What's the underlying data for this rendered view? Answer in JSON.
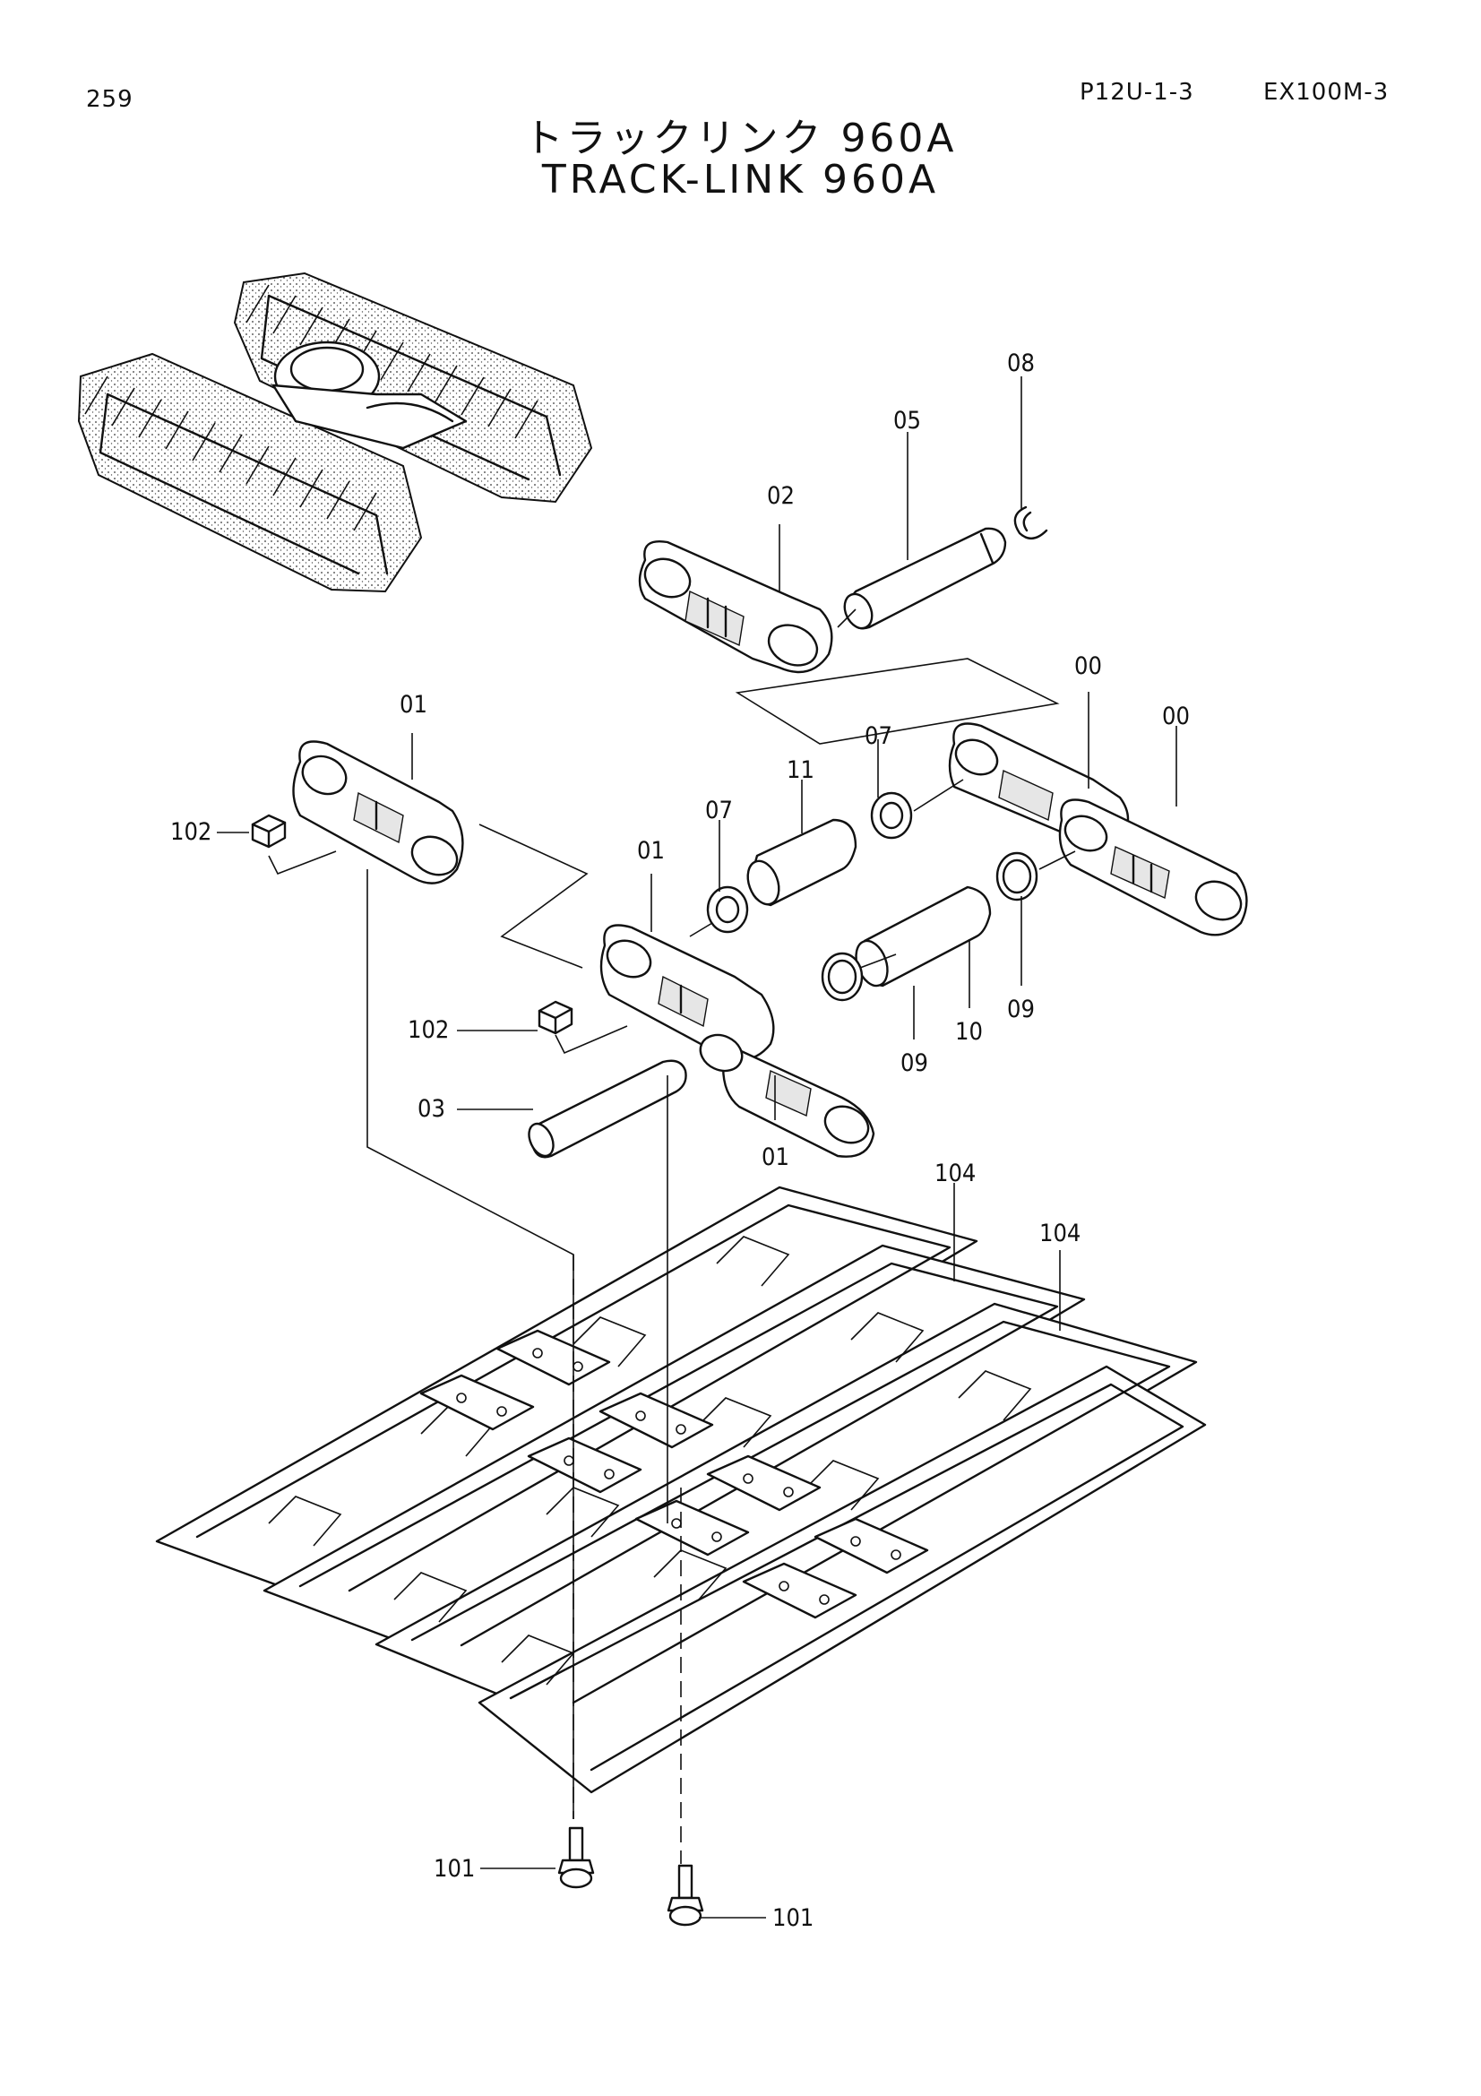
{
  "header": {
    "page_number": "259",
    "figure_code": "P12U-1-3",
    "model": "EX100M-3"
  },
  "title": {
    "japanese": "トラックリンク 960A",
    "english": "TRACK-LINK 960A"
  },
  "callouts": {
    "c00a": "00",
    "c00b": "00",
    "c01a": "01",
    "c01b": "01",
    "c01c": "01",
    "c02": "02",
    "c03": "03",
    "c05": "05",
    "c07a": "07",
    "c07b": "07",
    "c08": "08",
    "c09a": "09",
    "c09b": "09",
    "c10": "10",
    "c11": "11",
    "c101a": "101",
    "c101b": "101",
    "c102a": "102",
    "c102b": "102",
    "c104a": "104",
    "c104b": "104"
  }
}
